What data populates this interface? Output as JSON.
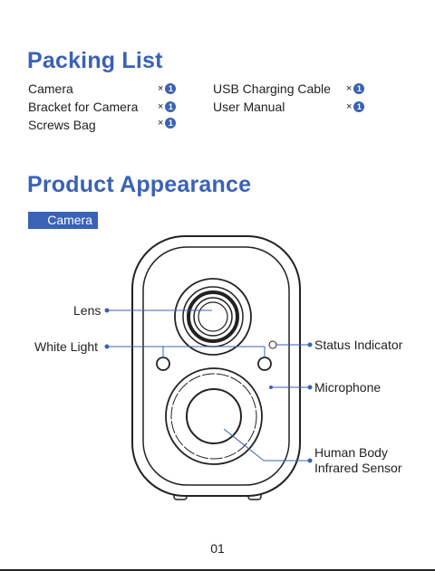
{
  "packing": {
    "title": "Packing List",
    "items": [
      {
        "name": "Camera",
        "qty_prefix": "×",
        "qty": "1"
      },
      {
        "name": "Bracket for Camera",
        "qty_prefix": "×",
        "qty": "1"
      },
      {
        "name": "Screws Bag",
        "qty_prefix": "×",
        "qty": "1"
      },
      {
        "name": "USB Charging Cable",
        "qty_prefix": "×",
        "qty": "1"
      },
      {
        "name": "User Manual",
        "qty_prefix": "×",
        "qty": "1"
      }
    ]
  },
  "appearance": {
    "title": "Product Appearance",
    "section": "Camera",
    "labels": {
      "lens": "Lens",
      "white_light": "White Light",
      "status_indicator": "Status Indicator",
      "microphone": "Microphone",
      "pir_line1": "Human Body",
      "pir_line2": "Infrared Sensor"
    }
  },
  "footer": {
    "page": "01"
  },
  "colors": {
    "accent": "#3a62b5",
    "line": "#3a62b5",
    "ink": "#222222"
  }
}
